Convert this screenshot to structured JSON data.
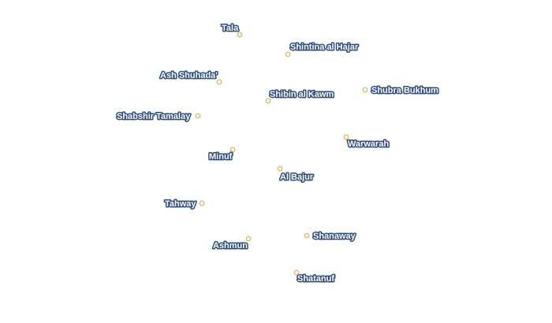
{
  "map": {
    "places": [
      {
        "name": "Tala"
      },
      {
        "name": "Shintina al Hajar"
      },
      {
        "name": "Ash Shuhada'"
      },
      {
        "name": "Shubra Bukhum"
      },
      {
        "name": "Shibin al Kawm"
      },
      {
        "name": "Shabshir Tamalay"
      },
      {
        "name": "Warwarah"
      },
      {
        "name": "Minuf"
      },
      {
        "name": "Al Bajur"
      },
      {
        "name": "Tahway"
      },
      {
        "name": "Shanaway"
      },
      {
        "name": "Ashmun"
      },
      {
        "name": "Shatanuf"
      }
    ],
    "colors": {
      "marker_stroke": "#e3b24a",
      "label_halo": "#2b4b86",
      "label_fill": "#ffffff"
    }
  }
}
